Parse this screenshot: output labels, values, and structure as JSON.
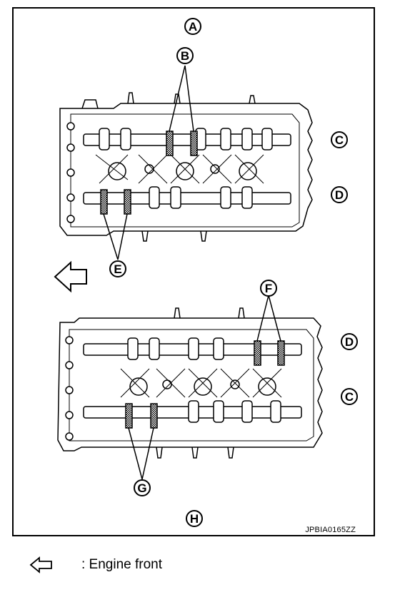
{
  "diagram": {
    "callouts": {
      "A": "A",
      "B": "B",
      "C_upper": "C",
      "D_upper": "D",
      "E": "E",
      "F": "F",
      "D_lower": "D",
      "C_lower": "C",
      "G": "G",
      "H": "H"
    },
    "figure_code": "JPBIA0165ZZ"
  },
  "legend": {
    "icon": "outline-left-arrow-icon",
    "text": ": Engine front"
  },
  "colors": {
    "line": "#000000",
    "background": "#ffffff",
    "hatch": "#555555"
  }
}
